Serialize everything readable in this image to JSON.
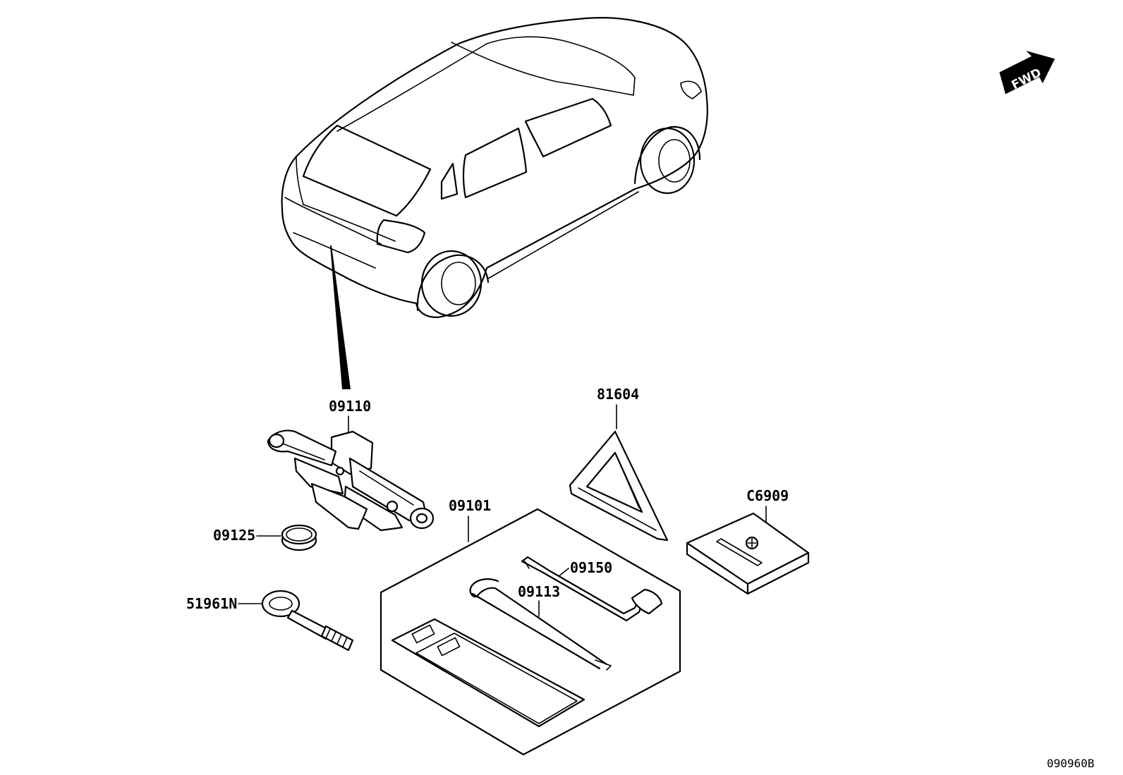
{
  "diagram": {
    "direction_label": "FWD",
    "figure_code": "090960B",
    "callouts": {
      "jack": "09110",
      "adapter_ring": "09125",
      "towing_eyelet": "51961N",
      "tool_kit": "09101",
      "warning_triangle": "81604",
      "first_aid_kit": "C6909",
      "wheel_wrench": "09150",
      "jack_handle": "09113"
    }
  }
}
